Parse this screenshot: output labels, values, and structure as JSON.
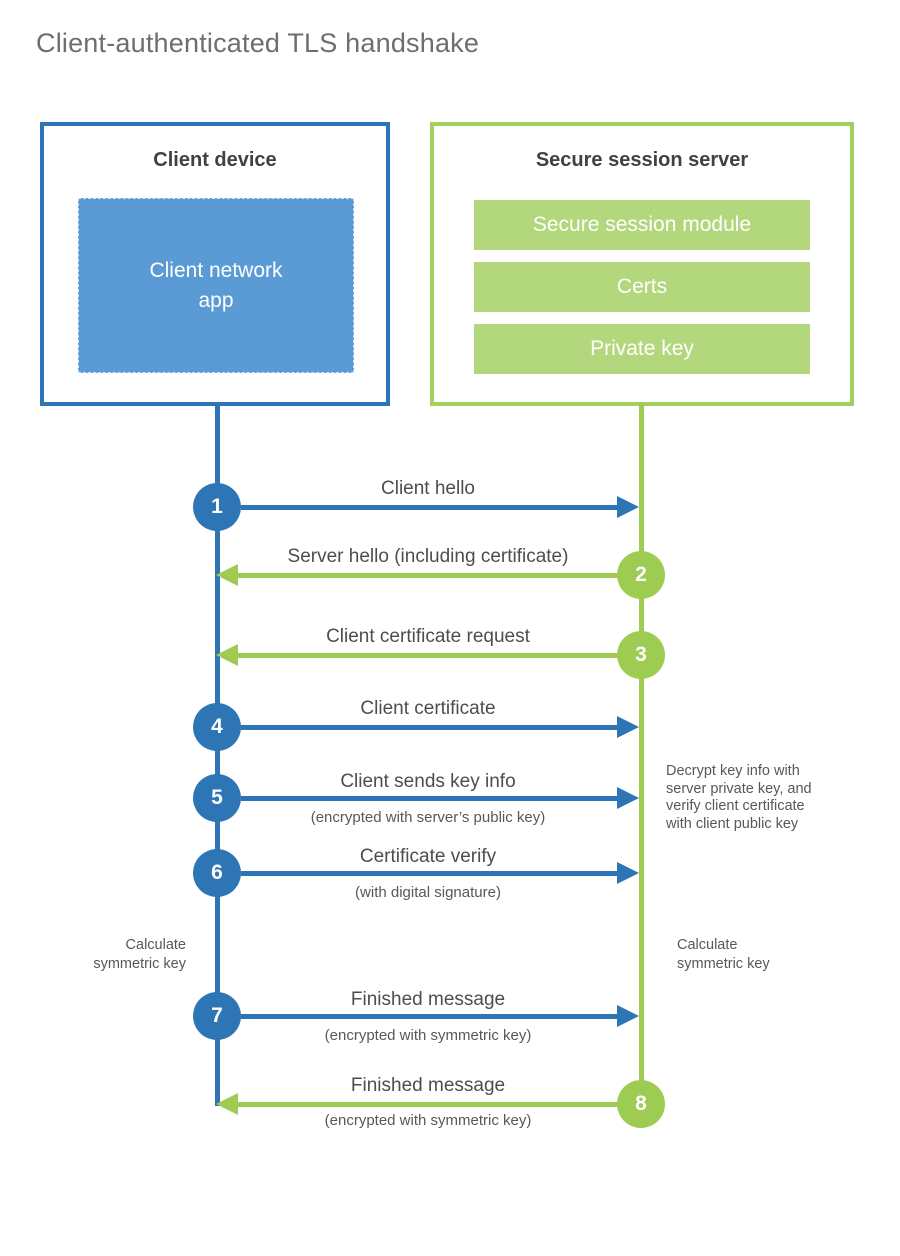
{
  "title": "Client-authenticated TLS handshake",
  "palette": {
    "blue_primary": "#2e75b6",
    "blue_fill": "#5b9bd5",
    "green_primary": "#9ecb52",
    "green_border": "#a3cf5c",
    "green_bar_fill": "#b3d77c",
    "label_text": "#4d4d4f",
    "title_text": "#6d6e71"
  },
  "client_box": {
    "title": "Client device",
    "app_line1": "Client network",
    "app_line2": "app"
  },
  "server_box": {
    "title": "Secure session server",
    "modules": [
      "Secure session module",
      "Certs",
      "Private key"
    ]
  },
  "steps": [
    {
      "num": "1",
      "from": "client",
      "direction": "right",
      "label": "Client hello"
    },
    {
      "num": "2",
      "from": "server",
      "direction": "left",
      "label": "Server hello (including certificate)"
    },
    {
      "num": "3",
      "from": "server",
      "direction": "left",
      "label": "Client certificate request"
    },
    {
      "num": "4",
      "from": "client",
      "direction": "right",
      "label": "Client certificate"
    },
    {
      "num": "5",
      "from": "client",
      "direction": "right",
      "label": "Client sends key info",
      "sub": "(encrypted with server’s public key)"
    },
    {
      "num": "6",
      "from": "client",
      "direction": "right",
      "label": "Certificate verify",
      "sub": "(with digital signature)"
    },
    {
      "num": "7",
      "from": "client",
      "direction": "right",
      "label": "Finished message",
      "sub": "(encrypted with symmetric key)"
    },
    {
      "num": "8",
      "from": "server",
      "direction": "left",
      "label": "Finished message",
      "sub": "(encrypted with symmetric key)"
    }
  ],
  "annotations": {
    "decrypt_note_lines": [
      "Decrypt key info with",
      "server private key, and",
      "verify client certificate",
      "with client public key"
    ],
    "calc_left_lines": [
      "Calculate",
      "symmetric key"
    ],
    "calc_right_lines": [
      "Calculate",
      "symmetric key"
    ]
  }
}
